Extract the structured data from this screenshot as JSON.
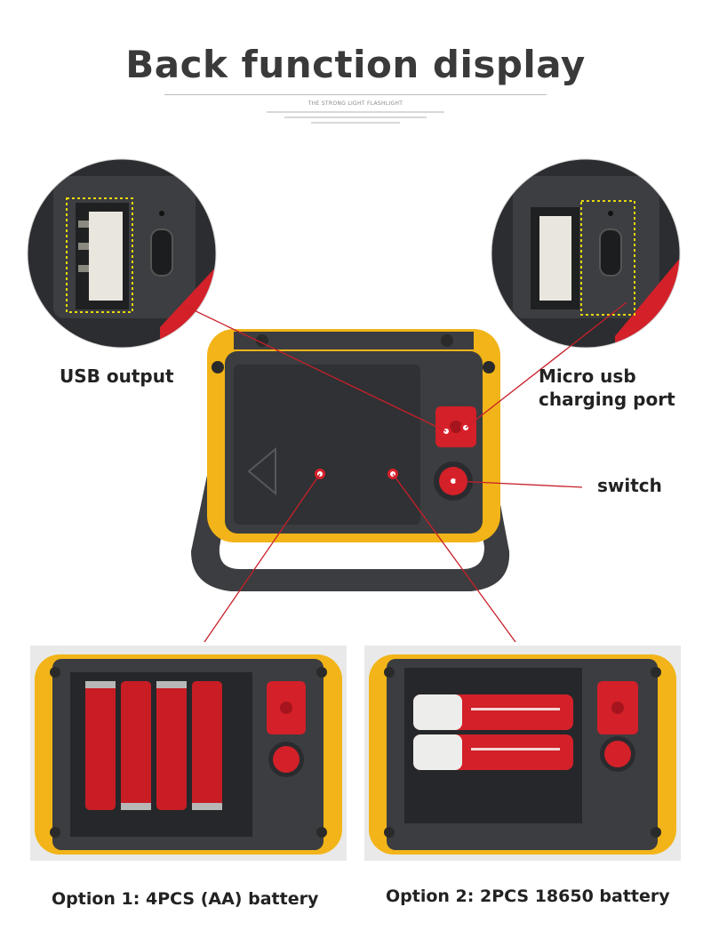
{
  "header": {
    "title": "Back function display",
    "subtitle": "THE STRONG LIGHT FLASHLIGHT"
  },
  "callouts": {
    "usb_output": "USB output",
    "micro_usb_line1": "Micro usb",
    "micro_usb_line2": "charging port",
    "switch": "switch"
  },
  "options": {
    "option1": "Option 1: 4PCS (AA) battery",
    "option2": "Option 2: 2PCS 18650 battery"
  },
  "colors": {
    "body_yellow": "#f2b418",
    "housing": "#3b3d40",
    "accent_red": "#d8202a",
    "leader_line": "#c8202a"
  }
}
